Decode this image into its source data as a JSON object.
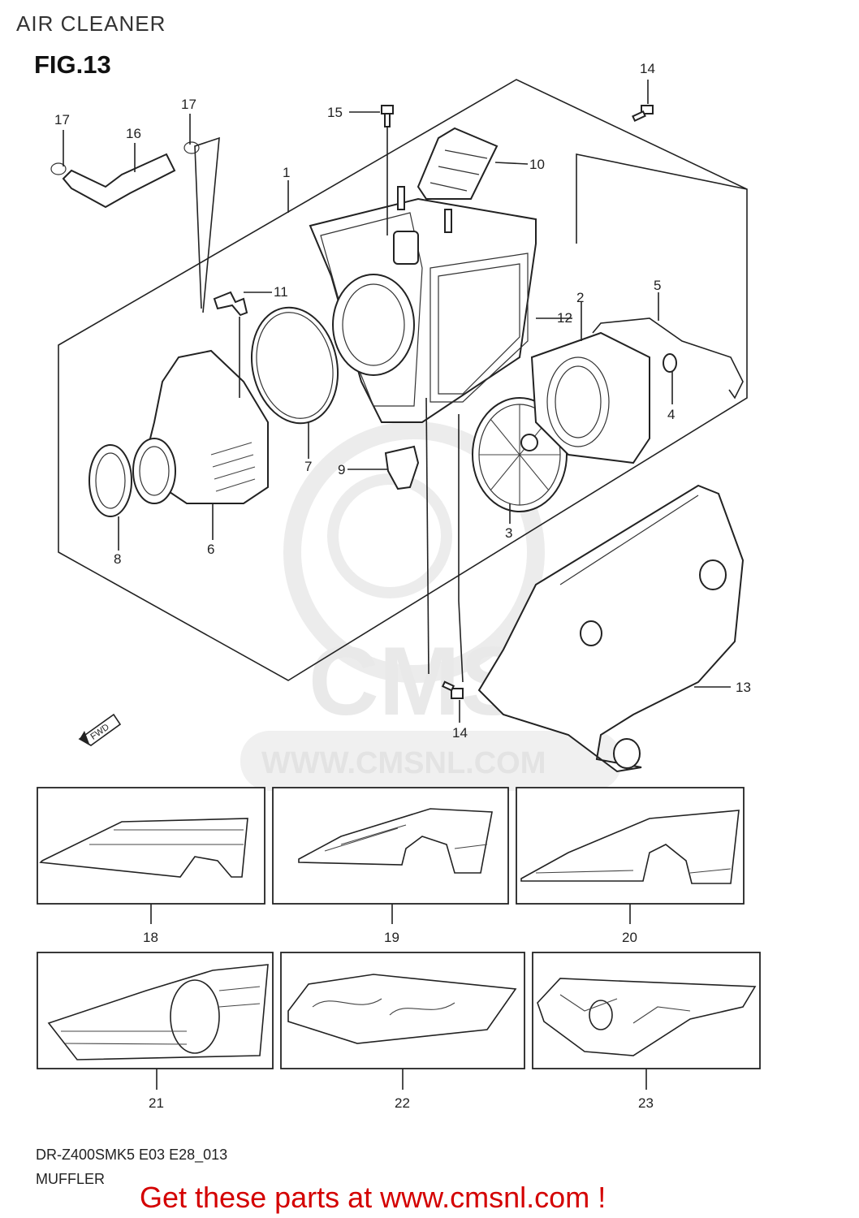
{
  "header": {
    "title": "AIR CLEANER",
    "figure": "FIG.13"
  },
  "callouts": [
    {
      "id": "c1",
      "text": "1"
    },
    {
      "id": "c2",
      "text": "2"
    },
    {
      "id": "c3",
      "text": "3"
    },
    {
      "id": "c4",
      "text": "4"
    },
    {
      "id": "c5",
      "text": "5"
    },
    {
      "id": "c6",
      "text": "6"
    },
    {
      "id": "c7",
      "text": "7"
    },
    {
      "id": "c8",
      "text": "8"
    },
    {
      "id": "c9",
      "text": "9"
    },
    {
      "id": "c10",
      "text": "10"
    },
    {
      "id": "c11",
      "text": "11"
    },
    {
      "id": "c12",
      "text": "12"
    },
    {
      "id": "c13",
      "text": "13"
    },
    {
      "id": "c14a",
      "text": "14"
    },
    {
      "id": "c14b",
      "text": "14"
    },
    {
      "id": "c15",
      "text": "15"
    },
    {
      "id": "c16",
      "text": "16"
    },
    {
      "id": "c17a",
      "text": "17"
    },
    {
      "id": "c17b",
      "text": "17"
    }
  ],
  "decals": [
    {
      "text": "18"
    },
    {
      "text": "19"
    },
    {
      "text": "20"
    },
    {
      "text": "21"
    },
    {
      "text": "22"
    },
    {
      "text": "23"
    }
  ],
  "fwd_marker": "FWD",
  "watermark": {
    "brand": "CMS",
    "url": "WWW.CMSNL.COM"
  },
  "footer": {
    "model_code": "DR-Z400SMK5 E03 E28_013",
    "next_section": "MUFFLER",
    "cta": "Get these parts at www.cmsnl.com !"
  },
  "colors": {
    "cta": "#d40000",
    "line": "#222222",
    "watermark": "#e3e3e3"
  }
}
